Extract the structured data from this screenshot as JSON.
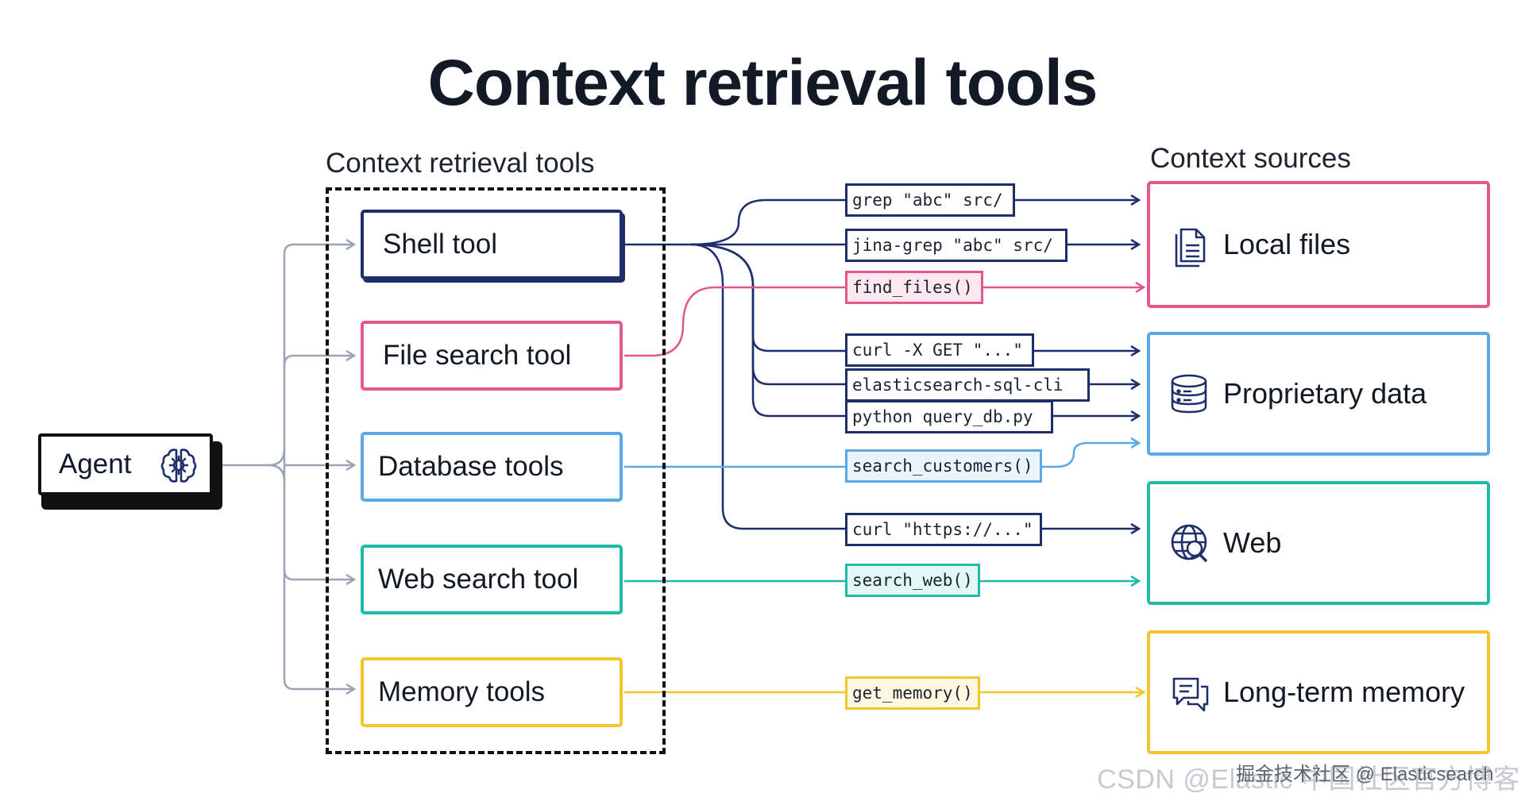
{
  "title": "Context retrieval tools",
  "tools_heading": "Context retrieval tools",
  "sources_heading": "Context sources",
  "agent": {
    "label": "Agent"
  },
  "tools": {
    "shell": "Shell tool",
    "file_search": "File search tool",
    "database": "Database tools",
    "web_search": "Web search tool",
    "memory": "Memory tools"
  },
  "commands": {
    "grep": "grep \"abc\" src/",
    "jina_grep": "jina-grep \"abc\" src/",
    "find_files": "find_files()",
    "curl_get": "curl -X GET \"...\"",
    "es_sql": "elasticsearch-sql-cli",
    "python_db": "python query_db.py",
    "search_customers": "search_customers()",
    "curl_https": "curl \"https://...\"",
    "search_web": "search_web()",
    "get_memory": "get_memory()"
  },
  "sources": {
    "local_files": "Local files",
    "proprietary": "Proprietary data",
    "web": "Web",
    "memory": "Long-term memory"
  },
  "watermark": "CSDN @Elastic 中国社区官方博客",
  "watermark_overlay": "掘金技术社区 @ Elasticsearch",
  "colors": {
    "navy": "#1d2e6b",
    "pink": "#e2578f",
    "blue": "#5aa9e6",
    "teal": "#20bba8",
    "yellow": "#f4c52c",
    "gray": "#9aa4b6"
  },
  "icons": [
    "brain-gear-icon",
    "document-icon",
    "database-icon",
    "globe-search-icon",
    "chat-bubbles-icon"
  ]
}
